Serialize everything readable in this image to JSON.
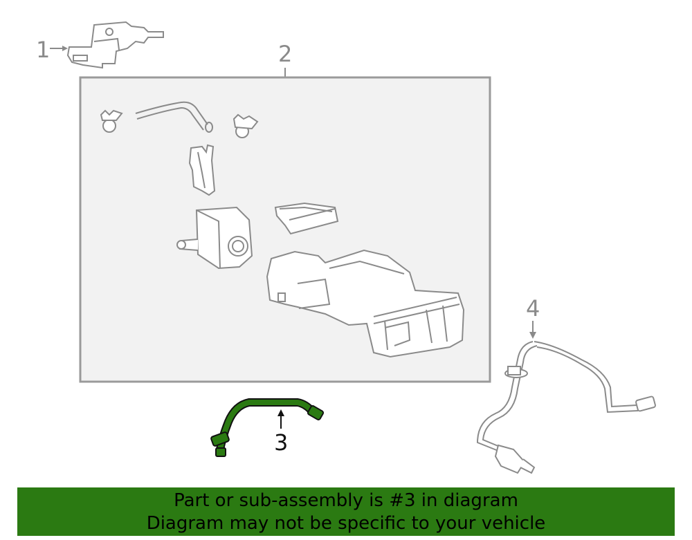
{
  "callouts": {
    "part1": "1",
    "part2": "2",
    "part3": "3",
    "part4": "4"
  },
  "footer": {
    "line1": "Part or sub-assembly is #3 in diagram",
    "line2": "Diagram may not be specific to your vehicle"
  },
  "colors": {
    "highlight_part": "#2b7a12",
    "footer_background": "#2b7a12",
    "outline": "#8a8a8a",
    "box_fill": "#f2f2f2"
  }
}
